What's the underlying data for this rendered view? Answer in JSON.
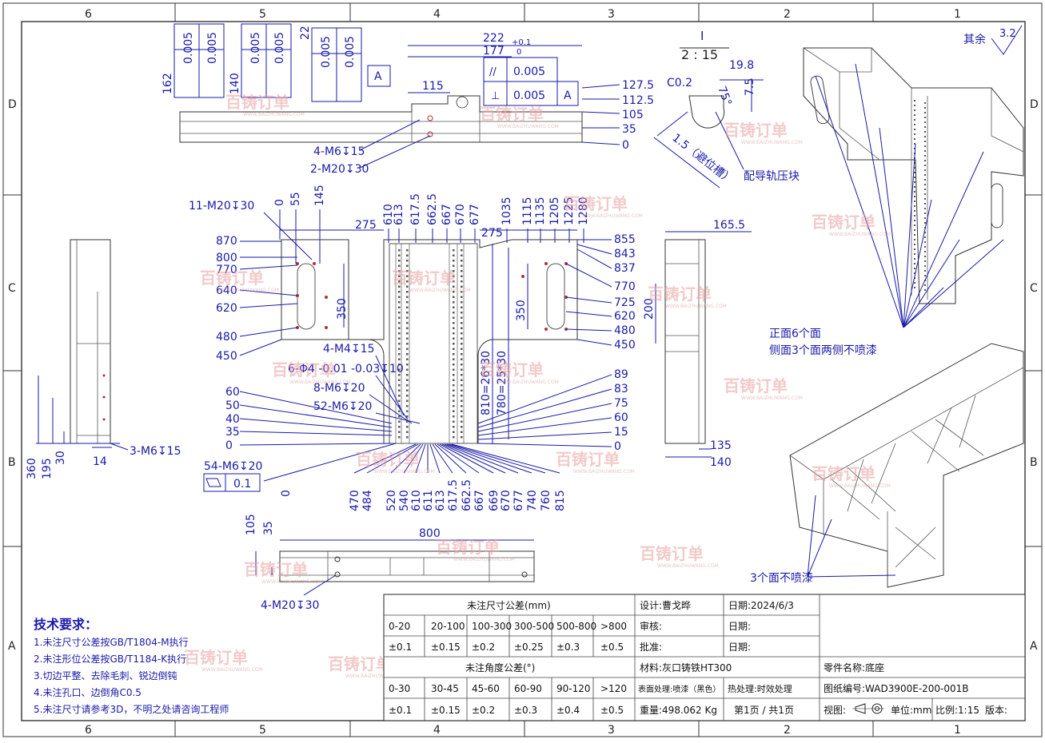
{
  "border": {
    "top_cols": [
      "6",
      "5",
      "4",
      "3",
      "2",
      "1"
    ],
    "side_rows": [
      "D",
      "C",
      "B",
      "A"
    ]
  },
  "views": {
    "top_view": {
      "gdt_boxes": [
        {
          "vals": [
            "0.005",
            "0.005"
          ],
          "dim": "162"
        },
        {
          "vals": [
            "0.005",
            "0.005"
          ],
          "dim": "140"
        },
        {
          "vals": [
            "0.005",
            "0.005"
          ],
          "dim": "22"
        }
      ],
      "datum_a": "A",
      "dims_top": [
        "222",
        "177",
        "+0.1",
        "0",
        "115"
      ],
      "gdt_right": [
        "0.005",
        "0.005",
        "A"
      ],
      "right_levels": [
        "127.5",
        "112.5",
        "105",
        "35",
        "0"
      ],
      "notes": [
        "4-M6↧15",
        "2-M20↧30"
      ]
    },
    "detail_i": {
      "title": "I",
      "scale": "2 : 15",
      "c02": "C0.2",
      "d198": "19.8",
      "d75": "7.5",
      "ang": "75°",
      "groove": "1.5（避位槽）",
      "note": "配导轨压块"
    },
    "front_view": {
      "top_labels": [
        "0",
        "55",
        "145"
      ],
      "left_levels": [
        "870",
        "800",
        "770",
        "640",
        "620",
        "480",
        "450"
      ],
      "mid_levels": [
        "60",
        "50",
        "40",
        "35",
        "0"
      ],
      "top_dims": [
        "275",
        "275"
      ],
      "top_nums": [
        "610",
        "613",
        "617.5",
        "662.5",
        "667",
        "670",
        "677",
        "1035",
        "1115",
        "1135",
        "1205",
        "1225",
        "1280"
      ],
      "right_levels": [
        "855",
        "843",
        "837",
        "770",
        "725",
        "620",
        "480",
        "450"
      ],
      "right_low_levels": [
        "89",
        "83",
        "75",
        "60",
        "15",
        "0"
      ],
      "bottom_nums": [
        "470",
        "484",
        "520",
        "540",
        "610",
        "611",
        "613",
        "617.5",
        "662.5",
        "667",
        "669",
        "670",
        "677",
        "740",
        "760",
        "815"
      ],
      "bottom_zero": "0",
      "v350a": "350",
      "v350b": "350",
      "v200": "200",
      "v810": "810=26*30",
      "v780": "780=25*30",
      "notes": [
        "11-M20↧30",
        "4-M4↧15",
        "6-Φ4 -0.01 -0.03↧10",
        "8-M6↧20",
        "52-M6↧20",
        "54-M6↧20"
      ],
      "flat_box": "0.1"
    },
    "left_view": {
      "dims": [
        "360",
        "195",
        "30",
        "14"
      ],
      "note": "3-M6↧15"
    },
    "right_view": {
      "dims": [
        "165.5",
        "135",
        "140"
      ]
    },
    "bottom_view": {
      "dims": [
        "105",
        "35",
        "800"
      ],
      "note": "4-M20↧30"
    },
    "iso_notes": {
      "top": [
        "正面6个面",
        "侧面3个面两侧不喷漆"
      ],
      "bottom": "3个面不喷漆"
    },
    "roughness": {
      "label": "其余",
      "value": "3.2"
    }
  },
  "tech": {
    "title": "技术要求：",
    "items": [
      "1.未注尺寸公差按GB/T1804-M执行",
      "2.未注形位公差按GB/T1184-K执行",
      "3.切边平整、去除毛刺、锐边倒钝",
      "4.未注孔口、边倒角C0.5",
      "5.未注尺寸请参考3D，不明之处请咨询工程师"
    ]
  },
  "titleblock": {
    "lin_title": "未注尺寸公差(mm)",
    "lin_ranges": [
      "0-20",
      "20-100",
      "100-300",
      "300-500",
      "500-800",
      ">800"
    ],
    "lin_tols": [
      "±0.1",
      "±0.15",
      "±0.2",
      "±0.25",
      "±0.3",
      "±0.5"
    ],
    "ang_title": "未注角度公差(°)",
    "ang_ranges": [
      "0-30",
      "30-45",
      "45-60",
      "60-90",
      "90-120",
      ">120"
    ],
    "ang_tols": [
      "±0.1",
      "±0.15",
      "±0.2",
      "±0.3",
      "±0.4",
      "±0.5"
    ],
    "design": "设计:曹戈晔",
    "date1": "日期:2024/6/3",
    "review": "审核:",
    "date2": "日期:",
    "approve": "批准:",
    "date3": "日期:",
    "material": "材料:灰口铸铁HT300",
    "part_name": "零件名称:底座",
    "surface": "表面处理:喷漆（黑色）",
    "heat": "热处理:时效处理",
    "drawing_no": "图纸编号:WAD3900E-200-001B",
    "weight": "重量:498.062 Kg",
    "pages": "第1页 / 共1页",
    "view": "视图:",
    "unit": "单位:mm",
    "scale": "比例:1:15",
    "version": "版本:"
  },
  "watermark": {
    "text": "百铸订单",
    "sub": "WWW.BAIZHUWANG.COM"
  }
}
